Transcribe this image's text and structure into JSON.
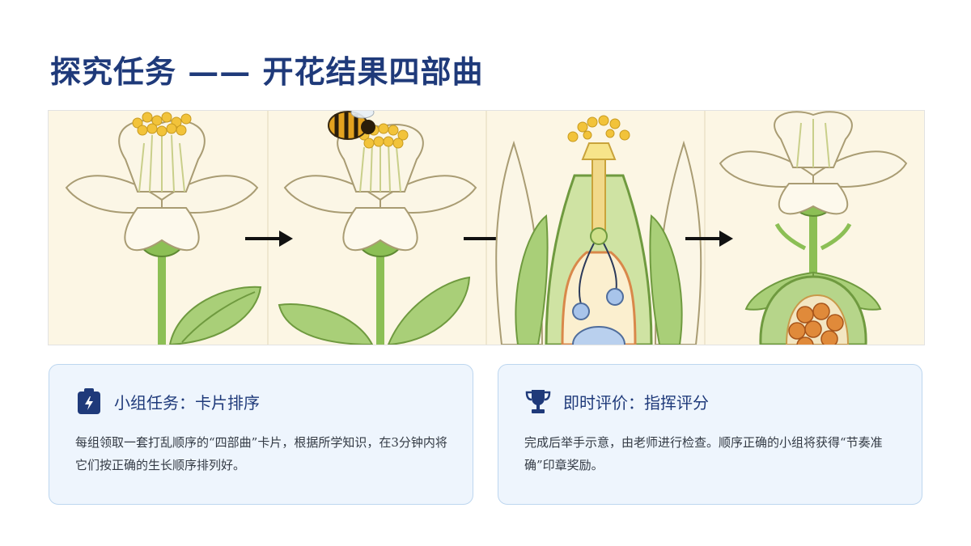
{
  "page": {
    "title": "探究任务 —— 开花结果四部曲"
  },
  "illustration": {
    "stages": [
      "flower-open",
      "bee-pollination",
      "fertilization",
      "fruit-forming"
    ],
    "colors": {
      "background": "#fcf6e4",
      "petal": "#fbf6e6",
      "stem": "#8cbf55",
      "pollen": "#f2c33a",
      "arrow": "#111111"
    }
  },
  "cards": {
    "group_task": {
      "icon": "task-card-icon",
      "title": "小组任务：卡片排序",
      "body": "每组领取一套打乱顺序的“四部曲”卡片，根据所学知识，在3分钟内将它们按正确的生长顺序排列好。"
    },
    "evaluation": {
      "icon": "trophy-icon",
      "title": "即时评价：指挥评分",
      "body": "完成后举手示意，由老师进行检查。顺序正确的小组将获得“节奏准确”印章奖励。"
    }
  },
  "colors": {
    "title": "#1f3a7a",
    "card_bg": "#eef5fd",
    "card_border": "#bdd6ef"
  }
}
